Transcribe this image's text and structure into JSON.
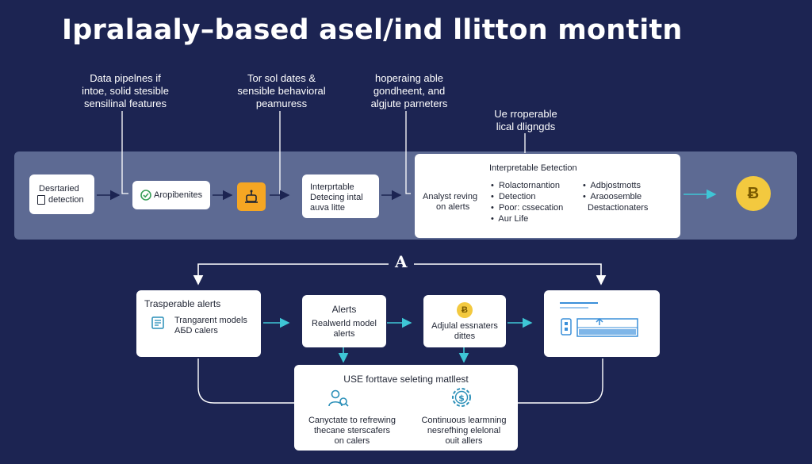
{
  "title": "Ipralaaly–based asel/ind llitton montitn",
  "annotations": {
    "a1": [
      "Data pipelnes if",
      "intoe, solid stesible",
      "sensilinal features"
    ],
    "a2": [
      "Tor sol dates &",
      "sensible behavioral",
      "peamuress"
    ],
    "a3": [
      "hoperaing able",
      "gondheent, and",
      "algjute parneters"
    ],
    "a4": [
      "Ue rroperable",
      "lical dligngds"
    ]
  },
  "top_flow": {
    "desrtaried": [
      "Desrtaried",
      "detection"
    ],
    "aropibenites": "Aropibenites",
    "interprable": [
      "Interprtable",
      "Detecing intal",
      "auva litte"
    ],
    "panel": {
      "title": "Interpretable Бetection",
      "left": [
        "Analyst reving",
        "on alerts"
      ],
      "bullets_a": [
        "Rolactornantion",
        "Detection",
        "Poor: cssecation",
        "Aur Life"
      ],
      "bullets_b": [
        "Adbjostmotts",
        "Araoosemble",
        "Destactionaters"
      ]
    },
    "coin_symbol": "Ƀ"
  },
  "mid_label": "A",
  "bottom_flow": {
    "trasperable": {
      "title": "Trasperable alerts",
      "lines": [
        "Trangarent models",
        "AБD calers"
      ]
    },
    "alerts": {
      "title": "Alerts",
      "lines": [
        "Realwerld model",
        "alerts"
      ]
    },
    "adjust": {
      "coin": "Ƀ",
      "lines": [
        "Adjulal essnaters",
        "dittes"
      ]
    },
    "use": {
      "title": "USE forttave seleting matllest",
      "left": [
        "Canyctate to refrewing",
        "thecane sterscafers",
        "on calers"
      ],
      "right": [
        "Continuous learmning",
        "nesrefhing elelonal",
        "ouit allers"
      ]
    }
  },
  "colors": {
    "background": "#1c2452",
    "band": "#5d6a93",
    "arrow_cyan": "#3ec6d6",
    "coin": "#f3c93f",
    "accent_orange": "#f5a623",
    "chart_blue": "#3a8fd9"
  }
}
